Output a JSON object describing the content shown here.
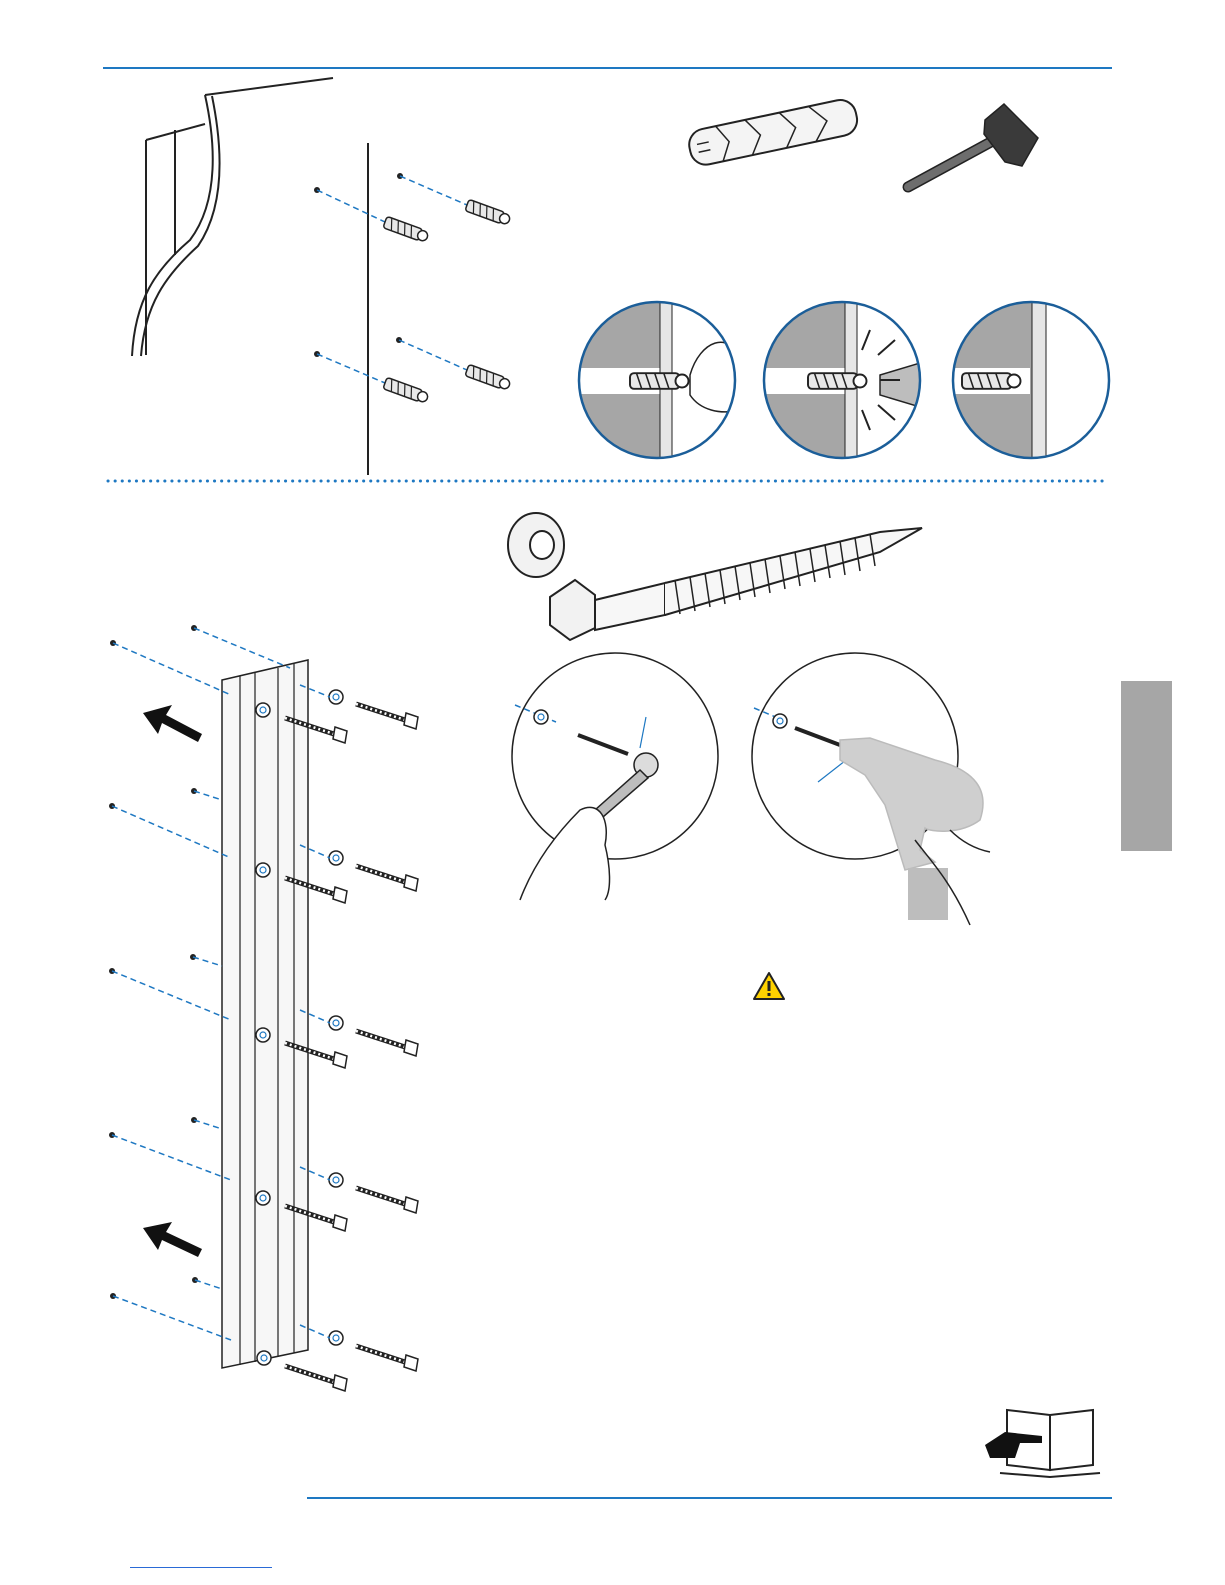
{
  "page": {
    "accent_color": "#1e78c2",
    "rule_color": "#1e78c2",
    "tab_color": "#a6a6a6"
  },
  "icons": {
    "warning": "warning-triangle-icon",
    "manual": "read-manual-icon",
    "hammer": "hammer-icon",
    "wall_plug": "wall-plug-icon",
    "lag_screw": "lag-screw-icon",
    "washer": "washer-icon",
    "wrench": "wrench-icon",
    "drill": "power-drill-icon",
    "arrow": "direction-arrow-icon"
  },
  "steps": {
    "step1": "wall-drilling-and-plug-insertion",
    "step2": "rail-mounting-with-screws",
    "detail_circles": [
      "plug-inserted-by-hand",
      "plug-tapped-with-hammer",
      "plug-flush-in-wall"
    ],
    "tool_circles": [
      "tighten-with-wrench",
      "tighten-with-drill"
    ]
  }
}
